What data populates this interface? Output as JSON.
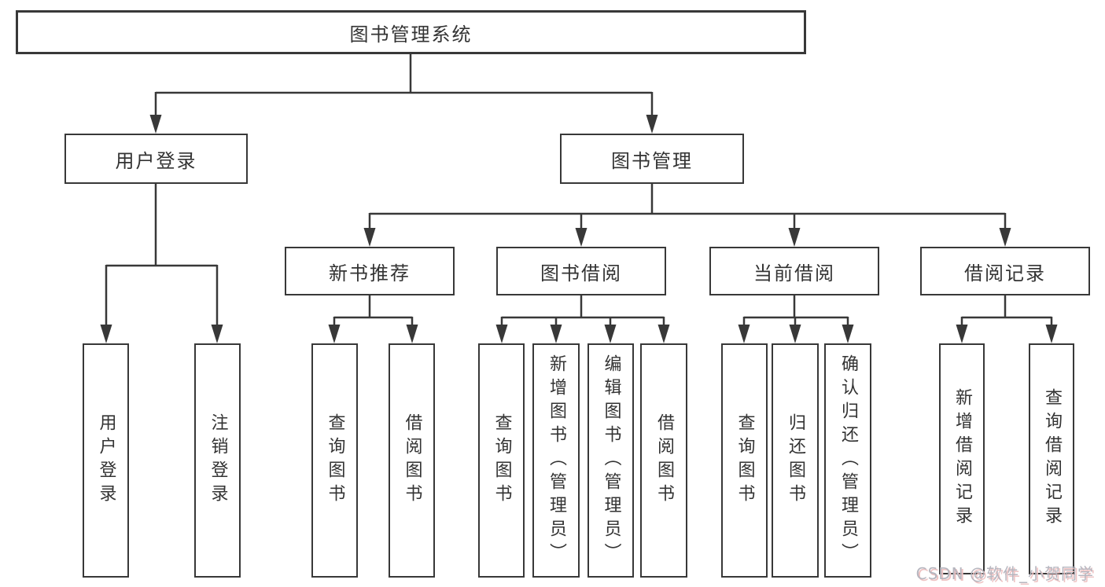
{
  "diagram": {
    "title": "图书管理系统",
    "colors": {
      "line": "#383838",
      "box_border": "#383838",
      "box_fill": "#ffffff",
      "text": "#333333",
      "watermark_text": "#b6b6bf"
    },
    "nodes": {
      "root": {
        "label": "图书管理系统"
      },
      "user_login_branch": {
        "label": "用户登录"
      },
      "book_management_branch": {
        "label": "图书管理"
      },
      "new_book_recommend": {
        "label": "新书推荐"
      },
      "book_borrowing": {
        "label": "图书借阅"
      },
      "current_borrowing": {
        "label": "当前借阅"
      },
      "borrowing_records": {
        "label": "借阅记录"
      },
      "leaf_user_login": {
        "label": "用户登录"
      },
      "leaf_logout": {
        "label": "注销登录"
      },
      "leaf_query_books_recommend": {
        "label": "查询图书"
      },
      "leaf_borrow_books_recommend": {
        "label": "借阅图书"
      },
      "leaf_query_books_borrowing": {
        "label": "查询图书"
      },
      "leaf_add_books_admin": {
        "label": "新增图书（管理员）"
      },
      "leaf_edit_books_admin": {
        "label": "编辑图书（管理员）"
      },
      "leaf_borrow_books_borrowing": {
        "label": "借阅图书"
      },
      "leaf_query_books_current": {
        "label": "查询图书"
      },
      "leaf_return_books": {
        "label": "归还图书"
      },
      "leaf_confirm_return_admin": {
        "label": "确认归还（管理员）"
      },
      "leaf_add_borrow_record": {
        "label": "新增借阅记录"
      },
      "leaf_query_borrow_record": {
        "label": "查询借阅记录"
      }
    },
    "edges": [
      {
        "from": "root",
        "to": "user_login_branch"
      },
      {
        "from": "root",
        "to": "book_management_branch"
      },
      {
        "from": "user_login_branch",
        "to": "leaf_user_login"
      },
      {
        "from": "user_login_branch",
        "to": "leaf_logout"
      },
      {
        "from": "book_management_branch",
        "to": "new_book_recommend"
      },
      {
        "from": "book_management_branch",
        "to": "book_borrowing"
      },
      {
        "from": "book_management_branch",
        "to": "current_borrowing"
      },
      {
        "from": "book_management_branch",
        "to": "borrowing_records"
      },
      {
        "from": "new_book_recommend",
        "to": "leaf_query_books_recommend"
      },
      {
        "from": "new_book_recommend",
        "to": "leaf_borrow_books_recommend"
      },
      {
        "from": "book_borrowing",
        "to": "leaf_query_books_borrowing"
      },
      {
        "from": "book_borrowing",
        "to": "leaf_add_books_admin"
      },
      {
        "from": "book_borrowing",
        "to": "leaf_edit_books_admin"
      },
      {
        "from": "book_borrowing",
        "to": "leaf_borrow_books_borrowing"
      },
      {
        "from": "current_borrowing",
        "to": "leaf_query_books_current"
      },
      {
        "from": "current_borrowing",
        "to": "leaf_return_books"
      },
      {
        "from": "current_borrowing",
        "to": "leaf_confirm_return_admin"
      },
      {
        "from": "borrowing_records",
        "to": "leaf_add_borrow_record"
      },
      {
        "from": "borrowing_records",
        "to": "leaf_query_borrow_record"
      }
    ]
  },
  "watermark": {
    "text": "CSDN @软件_小贺同学"
  }
}
